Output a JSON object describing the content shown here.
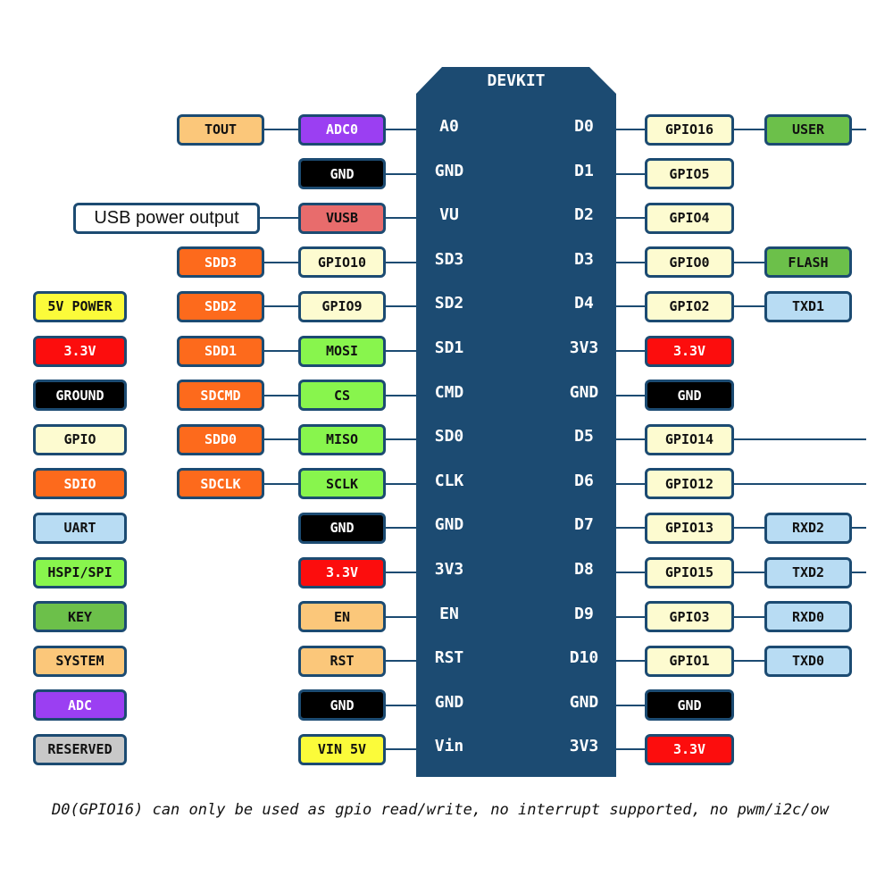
{
  "board": {
    "title": "DEVKIT",
    "left_pins": [
      "A0",
      "GND",
      "VU",
      "SD3",
      "SD2",
      "SD1",
      "CMD",
      "SD0",
      "CLK",
      "GND",
      "3V3",
      "EN",
      "RST",
      "GND",
      "Vin"
    ],
    "right_pins": [
      "D0",
      "D1",
      "D2",
      "D3",
      "D4",
      "3V3",
      "GND",
      "D5",
      "D6",
      "D7",
      "D8",
      "D9",
      "D10",
      "GND",
      "3V3"
    ],
    "fill_color": "#1c4b72"
  },
  "left_outer": [
    {
      "row": 0,
      "label": "TOUT",
      "color": "#fbc77a"
    },
    {
      "row": 2,
      "label": "USB power output",
      "color": "#ffffff"
    },
    {
      "row": 3,
      "label": "SDD3",
      "color": "#fd6a1c"
    },
    {
      "row": 4,
      "label": "SDD2",
      "color": "#fd6a1c"
    },
    {
      "row": 5,
      "label": "SDD1",
      "color": "#fd6a1c"
    },
    {
      "row": 6,
      "label": "SDCMD",
      "color": "#fd6a1c"
    },
    {
      "row": 7,
      "label": "SDD0",
      "color": "#fd6a1c"
    },
    {
      "row": 8,
      "label": "SDCLK",
      "color": "#fd6a1c"
    }
  ],
  "left_inner": [
    {
      "row": 0,
      "label": "ADC0",
      "color": "#9b3ff2"
    },
    {
      "row": 1,
      "label": "GND",
      "color": "#000000"
    },
    {
      "row": 2,
      "label": "VUSB",
      "color": "#e86c6c"
    },
    {
      "row": 3,
      "label": "GPIO10",
      "color": "#fdfbd0"
    },
    {
      "row": 4,
      "label": "GPIO9",
      "color": "#fdfbd0"
    },
    {
      "row": 5,
      "label": "MOSI",
      "color": "#88f54d"
    },
    {
      "row": 6,
      "label": "CS",
      "color": "#88f54d"
    },
    {
      "row": 7,
      "label": "MISO",
      "color": "#88f54d"
    },
    {
      "row": 8,
      "label": "SCLK",
      "color": "#88f54d"
    },
    {
      "row": 9,
      "label": "GND",
      "color": "#000000"
    },
    {
      "row": 10,
      "label": "3.3V",
      "color": "#fc0d0d"
    },
    {
      "row": 11,
      "label": "EN",
      "color": "#fbc77a"
    },
    {
      "row": 12,
      "label": "RST",
      "color": "#fbc77a"
    },
    {
      "row": 13,
      "label": "GND",
      "color": "#000000"
    },
    {
      "row": 14,
      "label": "VIN 5V",
      "color": "#fbfb3a"
    }
  ],
  "right_inner": [
    {
      "row": 0,
      "label": "GPIO16",
      "color": "#fdfbd0"
    },
    {
      "row": 1,
      "label": "GPIO5",
      "color": "#fdfbd0"
    },
    {
      "row": 2,
      "label": "GPIO4",
      "color": "#fdfbd0"
    },
    {
      "row": 3,
      "label": "GPIO0",
      "color": "#fdfbd0"
    },
    {
      "row": 4,
      "label": "GPIO2",
      "color": "#fdfbd0"
    },
    {
      "row": 5,
      "label": "3.3V",
      "color": "#fc0d0d"
    },
    {
      "row": 6,
      "label": "GND",
      "color": "#000000"
    },
    {
      "row": 7,
      "label": "GPIO14",
      "color": "#fdfbd0"
    },
    {
      "row": 8,
      "label": "GPIO12",
      "color": "#fdfbd0"
    },
    {
      "row": 9,
      "label": "GPIO13",
      "color": "#fdfbd0"
    },
    {
      "row": 10,
      "label": "GPIO15",
      "color": "#fdfbd0"
    },
    {
      "row": 11,
      "label": "GPIO3",
      "color": "#fdfbd0"
    },
    {
      "row": 12,
      "label": "GPIO1",
      "color": "#fdfbd0"
    },
    {
      "row": 13,
      "label": "GND",
      "color": "#000000"
    },
    {
      "row": 14,
      "label": "3.3V",
      "color": "#fc0d0d"
    }
  ],
  "right_outer": [
    {
      "row": 0,
      "label": "USER",
      "color": "#6cc04a"
    },
    {
      "row": 3,
      "label": "FLASH",
      "color": "#6cc04a"
    },
    {
      "row": 4,
      "label": "TXD1",
      "color": "#b8dcf3"
    },
    {
      "row": 9,
      "label": "RXD2",
      "color": "#b8dcf3"
    },
    {
      "row": 10,
      "label": "TXD2",
      "color": "#b8dcf3"
    },
    {
      "row": 11,
      "label": "RXD0",
      "color": "#b8dcf3"
    },
    {
      "row": 12,
      "label": "TXD0",
      "color": "#b8dcf3"
    }
  ],
  "right_lines_rows": [
    0,
    7,
    8,
    9,
    10
  ],
  "legend": [
    {
      "label": "5V POWER",
      "color": "#fbfb3a"
    },
    {
      "label": "3.3V",
      "color": "#fc0d0d"
    },
    {
      "label": "GROUND",
      "color": "#000000"
    },
    {
      "label": "GPIO",
      "color": "#fdfbd0"
    },
    {
      "label": "SDIO",
      "color": "#fd6a1c"
    },
    {
      "label": "UART",
      "color": "#b8dcf3"
    },
    {
      "label": "HSPI/SPI",
      "color": "#88f54d"
    },
    {
      "label": "KEY",
      "color": "#6cc04a"
    },
    {
      "label": "SYSTEM",
      "color": "#fbc77a"
    },
    {
      "label": "ADC",
      "color": "#9b3ff2"
    },
    {
      "label": "RESERVED",
      "color": "#c8c8c8"
    }
  ],
  "footnote": "D0(GPIO16) can only be used as gpio read/write, no interrupt supported, no pwm/i2c/ow"
}
